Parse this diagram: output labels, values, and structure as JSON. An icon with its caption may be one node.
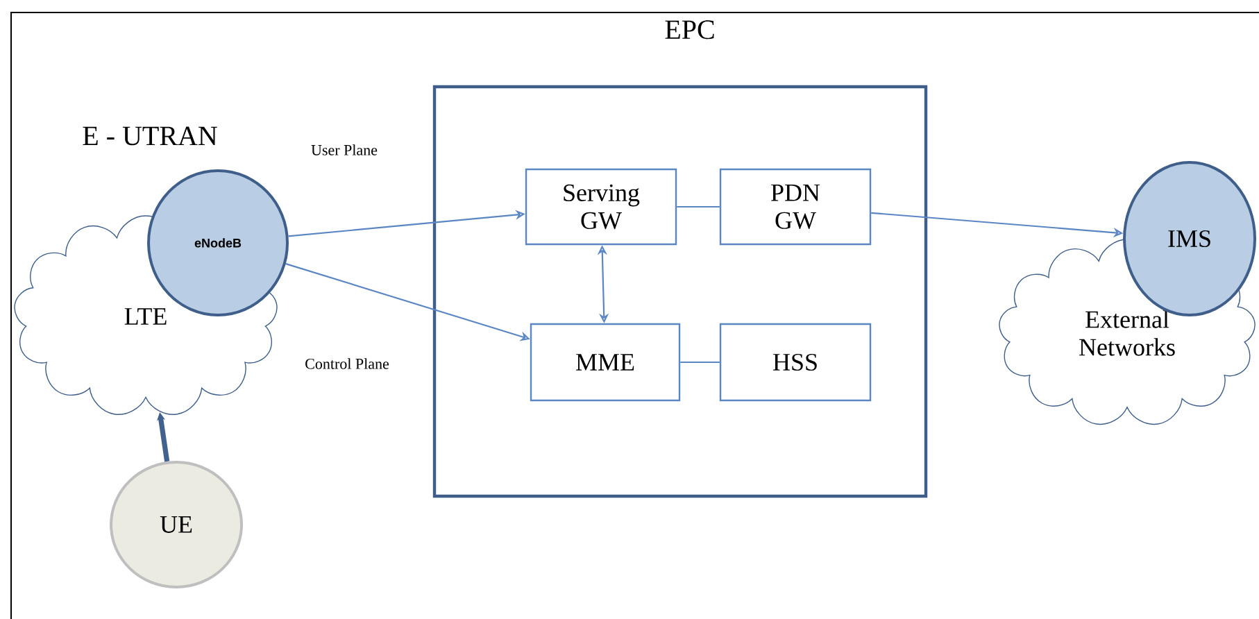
{
  "diagram": {
    "nodes": [
      {
        "text": [
          "EPC"
        ]
      },
      {
        "text": [
          "Serving GW"
        ],
        "in": 0
      },
      {
        "text": [
          "PDN GW"
        ],
        "in": 0
      },
      {
        "text": [
          "MME"
        ],
        "in": 0
      },
      {
        "text": [
          "HSS"
        ],
        "in": 0
      },
      {
        "text": [
          "LTE"
        ]
      },
      {
        "text": [
          "eNodeB"
        ]
      },
      {
        "text": [
          "UE"
        ]
      },
      {
        "text": [
          "External Networks"
        ]
      },
      {
        "text": [
          "IMS"
        ]
      }
    ],
    "edges": [
      {
        "from": 6,
        "to": 1,
        "arrow": "to",
        "label": "User Plane"
      },
      {
        "from": 6,
        "to": 3,
        "arrow": "to",
        "label": "Control Plane"
      },
      {
        "from": 1,
        "to": 3,
        "arrow": "both"
      },
      {
        "from": 1,
        "to": 2,
        "arrow": "none"
      },
      {
        "from": 3,
        "to": 4,
        "arrow": "none"
      },
      {
        "from": 2,
        "to": 9,
        "arrow": "to"
      },
      {
        "from": 7,
        "to": 5,
        "arrow": "to",
        "style": "thick",
        "color": "#41618f"
      }
    ],
    "labels": [
      "E - UTRAN"
    ]
  }
}
